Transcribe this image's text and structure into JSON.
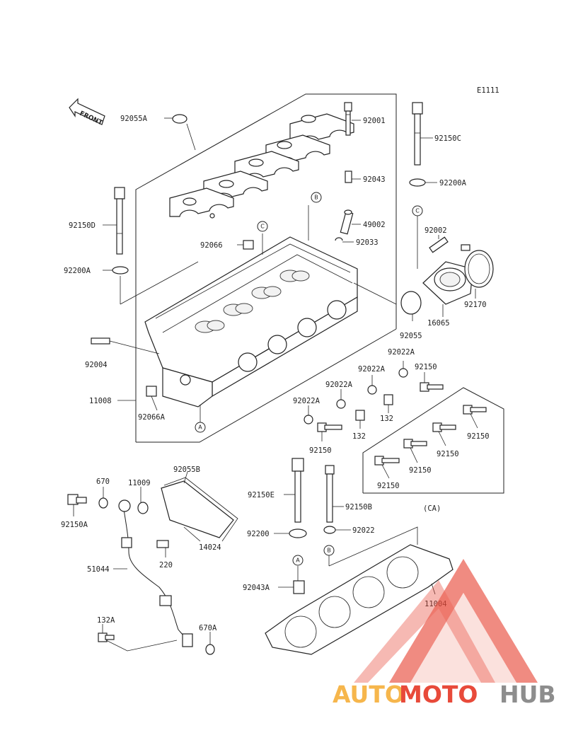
{
  "diagram_code": "E1111",
  "front_label": "FRONT",
  "group_label": "(CA)",
  "labels": {
    "l92055A": "92055A",
    "l92001": "92001",
    "l92150C": "92150C",
    "l92043": "92043",
    "l92200A_r": "92200A",
    "l92150D": "92150D",
    "l49002": "49002",
    "l92002": "92002",
    "l92066": "92066",
    "l92033": "92033",
    "l92200A_l": "92200A",
    "l92170": "92170",
    "l16065": "16065",
    "l92055": "92055",
    "l92004": "92004",
    "l92022A_1": "92022A",
    "l92022A_2": "92022A",
    "l92022A_3": "92022A",
    "l92022A_4": "92022A",
    "l92150_r": "92150",
    "l11008": "11008",
    "l92066A": "92066A",
    "l132_a": "132",
    "l132_b": "132",
    "l92150_m": "92150",
    "l92150_c1": "92150",
    "l92150_c2": "92150",
    "l92150_c3": "92150",
    "l92150_c4": "92150",
    "l92055B": "92055B",
    "l670": "670",
    "l11009": "11009",
    "l92150E": "92150E",
    "l92150B": "92150B",
    "l92150A": "92150A",
    "l14024": "14024",
    "l92200": "92200",
    "l92022": "92022",
    "l220": "220",
    "l51044": "51044",
    "l92043A": "92043A",
    "l11004": "11004",
    "l132A": "132A",
    "l670A": "670A"
  },
  "refs": {
    "A": "A",
    "B": "B",
    "C": "C"
  },
  "watermark": {
    "part1": "AUTO",
    "part2": "MOTO",
    "part3": "HUB"
  },
  "colors": {
    "wm_orange": "#f6b64c",
    "wm_red": "#e84a3a",
    "wm_gray": "#8d8d8d",
    "line": "#222222"
  }
}
